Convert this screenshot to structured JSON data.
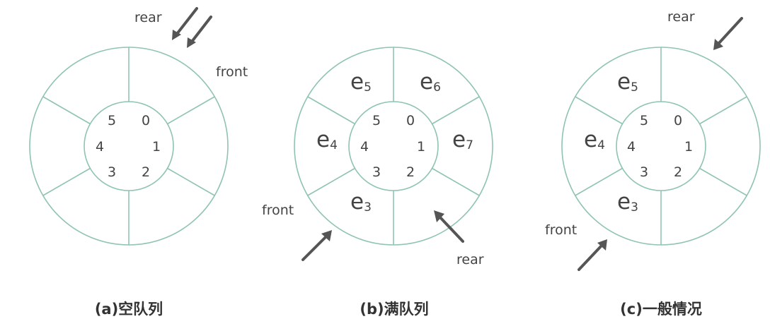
{
  "diagrams": [
    {
      "id": "a",
      "caption": "(a)空队列",
      "indices": [
        "0",
        "1",
        "2",
        "3",
        "4",
        "5"
      ],
      "elements": [],
      "pointers": [
        {
          "label": "rear"
        },
        {
          "label": "front"
        }
      ]
    },
    {
      "id": "b",
      "caption": "(b)满队列",
      "indices": [
        "0",
        "1",
        "2",
        "3",
        "4",
        "5"
      ],
      "elements": [
        {
          "slot": 5,
          "base": "e",
          "sub": "5"
        },
        {
          "slot": 0,
          "base": "e",
          "sub": "6"
        },
        {
          "slot": 1,
          "base": "e",
          "sub": "7"
        },
        {
          "slot": 4,
          "base": "e",
          "sub": "4"
        },
        {
          "slot": 3,
          "base": "e",
          "sub": "3"
        }
      ],
      "pointers": [
        {
          "label": "front"
        },
        {
          "label": "rear"
        }
      ]
    },
    {
      "id": "c",
      "caption": "(c)一般情况",
      "indices": [
        "0",
        "1",
        "2",
        "3",
        "4",
        "5"
      ],
      "elements": [
        {
          "slot": 5,
          "base": "e",
          "sub": "5"
        },
        {
          "slot": 4,
          "base": "e",
          "sub": "4"
        },
        {
          "slot": 3,
          "base": "e",
          "sub": "3"
        }
      ],
      "pointers": [
        {
          "label": "rear"
        },
        {
          "label": "front"
        }
      ]
    }
  ],
  "colors": {
    "ring": "#8fc4b1",
    "arrow": "#555555",
    "text": "#444444"
  }
}
